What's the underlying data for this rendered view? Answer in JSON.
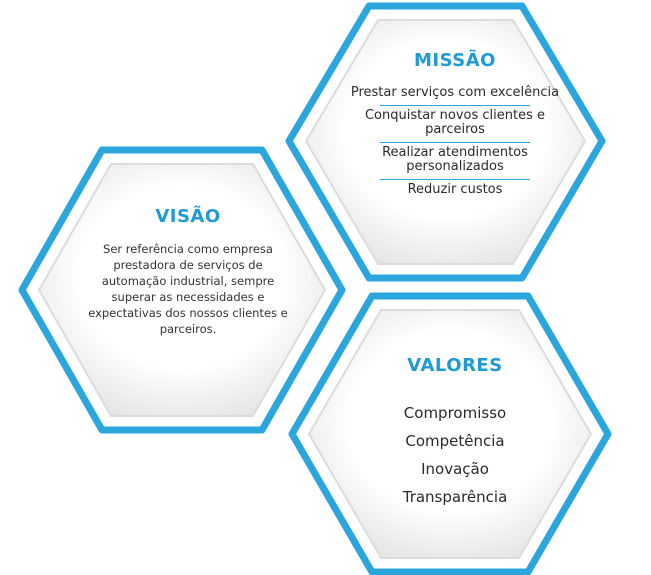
{
  "colors": {
    "accent": "#1f9ad6",
    "hex_outline": "#2aa6dd",
    "hex_fill": "#ffffff",
    "hex_shadow": "#d9d9d9"
  },
  "missao": {
    "title": "MISSÃO",
    "items": [
      "Prestar serviços com excelência",
      "Conquistar novos clientes e parceiros",
      "Realizar atendimentos personalizados",
      "Reduzir custos"
    ]
  },
  "visao": {
    "title": "VISÃO",
    "text": "Ser referência como empresa prestadora de serviços de automação industrial, sempre superar as necessidades e expectativas dos nossos clientes e parceiros."
  },
  "valores": {
    "title": "VALORES",
    "items": [
      "Compromisso",
      "Competência",
      "Inovação",
      "Transparência"
    ]
  }
}
